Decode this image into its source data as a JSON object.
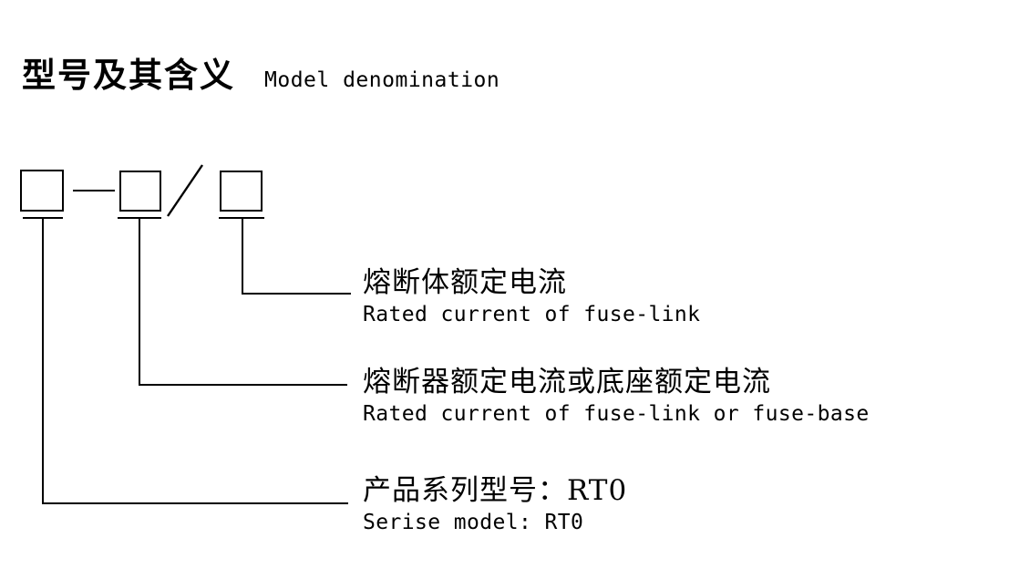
{
  "title": {
    "cn": "型号及其含义",
    "en": "Model denomination"
  },
  "symbol": {
    "boxes": [
      {
        "name": "series-code-box",
        "value": ""
      },
      {
        "name": "fuse-rating-box",
        "value": ""
      },
      {
        "name": "fuse-link-rating-box",
        "value": ""
      }
    ],
    "separator_dash": "—",
    "separator_slash": "/"
  },
  "callouts": [
    {
      "id": "fuse-link-rated-current",
      "cn": "熔断体额定电流",
      "en": "Rated current of fuse-link"
    },
    {
      "id": "fuse-or-base-rated-current",
      "cn": "熔断器额定电流或底座额定电流",
      "en": "Rated current of fuse-link or fuse-base"
    },
    {
      "id": "series-model",
      "cn": "产品系列型号：RT0",
      "en": "Serise model: RT0"
    }
  ],
  "colors": {
    "ink": "#000000",
    "background": "#ffffff"
  }
}
